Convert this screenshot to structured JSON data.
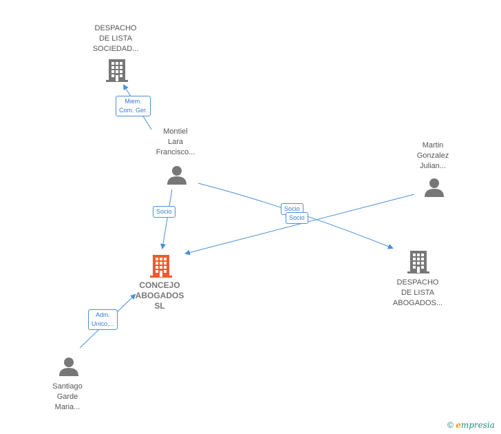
{
  "colors": {
    "edge": "#4a8fd8",
    "company_main": "#f05a28",
    "node": "#777777"
  },
  "nodes": {
    "despacho_sociedad": {
      "type": "company",
      "lines": [
        "DESPACHO",
        "DE LISTA",
        "SOCIEDAD..."
      ]
    },
    "montiel": {
      "type": "person",
      "lines": [
        "Montiel",
        "Lara",
        "Francisco..."
      ]
    },
    "martin": {
      "type": "person",
      "lines": [
        "Martin",
        "Gonzalez",
        "Julian..."
      ]
    },
    "concejo": {
      "type": "company-main",
      "lines": [
        "CONCEJO",
        "ABOGADOS",
        "SL"
      ]
    },
    "despacho_abogados": {
      "type": "company",
      "lines": [
        "DESPACHO",
        "DE LISTA",
        "ABOGADOS..."
      ]
    },
    "santiago": {
      "type": "person",
      "lines": [
        "Santiago",
        "Garde",
        "Maria..."
      ]
    }
  },
  "edges": {
    "miem": {
      "lines": [
        "Miem.",
        "Com. Ger."
      ]
    },
    "socio_montiel_concejo": {
      "lines": [
        "Socio"
      ]
    },
    "socio_montiel_despacho": {
      "lines": [
        "Socio"
      ]
    },
    "socio_martin_concejo": {
      "lines": [
        "Socio"
      ]
    },
    "adm": {
      "lines": [
        "Adm.",
        "Unico,..."
      ]
    }
  },
  "footer": {
    "copyright": "©",
    "brand_e": "e",
    "brand_rest": "mpresia"
  }
}
